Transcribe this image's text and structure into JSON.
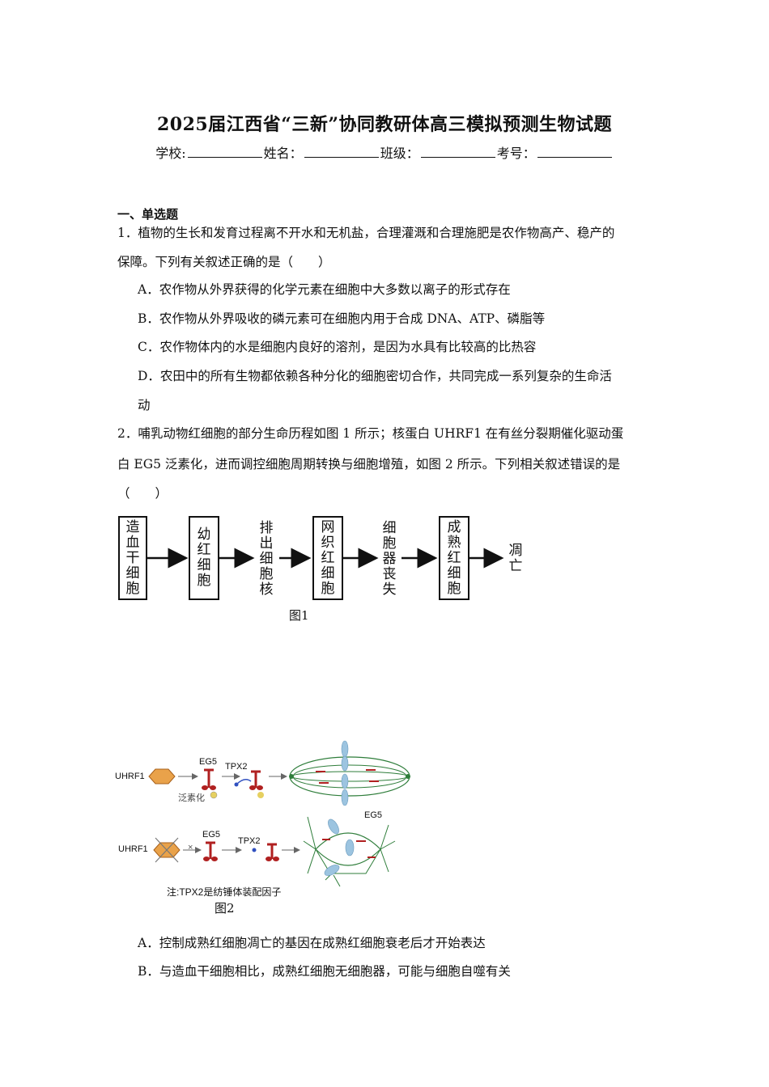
{
  "title": "2025届江西省“三新”协同教研体高三模拟预测生物试题",
  "info": {
    "school": "学校:",
    "name": "姓名：",
    "class": "班级：",
    "number": "考号："
  },
  "section": "一、单选题",
  "q1": {
    "line1": "1．植物的生长和发育过程离不开水和无机盐，合理灌溉和合理施肥是农作物高产、稳产的",
    "line2": "保障。下列有关叙述正确的是（　　）",
    "A": "A．农作物从外界获得的化学元素在细胞中大多数以离子的形式存在",
    "B": "B．农作物从外界吸收的磷元素可在细胞内用于合成 DNA、ATP、磷脂等",
    "C": "C．农作物体内的水是细胞内良好的溶剂，是因为水具有比较高的比热容",
    "D1": "D．农田中的所有生物都依赖各种分化的细胞密切合作，共同完成一系列复杂的生命活",
    "D2": "动"
  },
  "q2": {
    "line1": "2．哺乳动物红细胞的部分生命历程如图 1 所示；核蛋白 UHRF1 在有丝分裂期催化驱动蛋",
    "line2": "白 EG5 泛素化，进而调控细胞周期转换与细胞增殖，如图 2 所示。下列相关叙述错误的是",
    "line3": "（　　）",
    "A": "A．控制成熟红细胞凋亡的基因在成熟红细胞衰老后才开始表达",
    "B": "B．与造血干细胞相比，成熟红细胞无细胞器，可能与细胞自噬有关"
  },
  "fig1": {
    "caption": "图1",
    "steps": [
      {
        "text": "造血干细胞",
        "boxed": true
      },
      {
        "text": "幼红细胞",
        "boxed": true
      },
      {
        "text": "排出细胞核",
        "boxed": false
      },
      {
        "text": "网织红细胞",
        "boxed": true
      },
      {
        "text": "细胞器丧失",
        "boxed": false
      },
      {
        "text": "成熟红细胞",
        "boxed": true
      },
      {
        "text": "凋亡",
        "boxed": false
      }
    ]
  },
  "fig2": {
    "caption": "图2",
    "uhrf1_top": "UHRF1",
    "uhrf1_bottom": "UHRF1",
    "eg5_top": "EG5",
    "eg5_bottom": "EG5",
    "eg5_spindle": "EG5",
    "tpx2_top": "TPX2",
    "tpx2_bottom": "TPX2",
    "ubiquitination": "泛素化",
    "block_mark": "×",
    "note": "注:TPX2是纺锤体装配因子"
  }
}
